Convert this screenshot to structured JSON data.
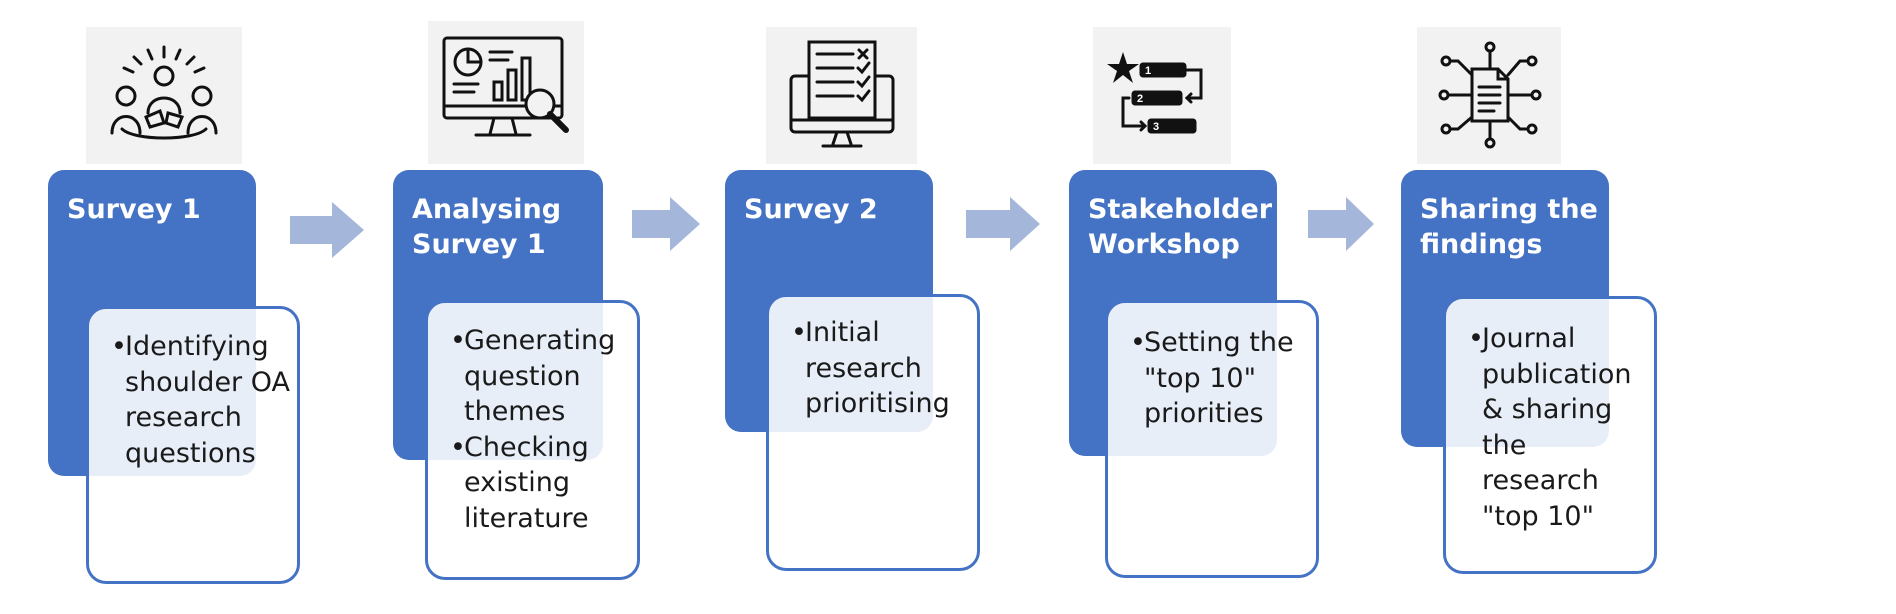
{
  "colors": {
    "stage_fill": "#4472c4",
    "arrow_fill": "#a5b6db",
    "detail_border": "#4472c4",
    "icon_background": "#f2f2f2"
  },
  "stages": [
    {
      "title": "Survey 1",
      "icon": "group-discussion-icon",
      "bullets": [
        "Identifying shoulder OA research questions"
      ]
    },
    {
      "title": "Analysing\nSurvey 1",
      "icon": "monitor-analytics-icon",
      "bullets": [
        "Generating question themes",
        "Checking existing literature"
      ]
    },
    {
      "title": "Survey 2",
      "icon": "monitor-checklist-icon",
      "bullets": [
        "Initial research prioritising"
      ]
    },
    {
      "title": "Stakeholder\nWorkshop",
      "icon": "ranking-list-icon",
      "bullets": [
        "Setting the \"top 10\" priorities"
      ]
    },
    {
      "title": "Sharing the\nfindings",
      "icon": "document-network-icon",
      "bullets": [
        "Journal publication & sharing the research \"top 10\""
      ]
    }
  ]
}
